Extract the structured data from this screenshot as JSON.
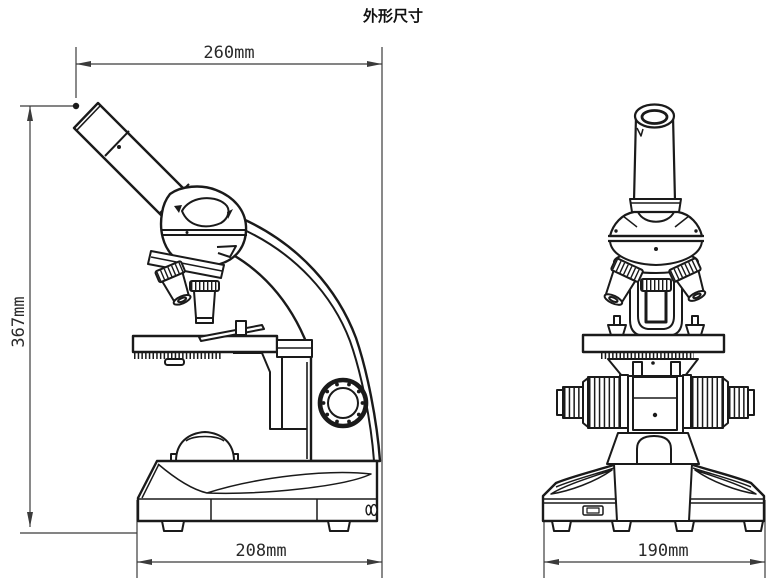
{
  "title": "外形尺寸",
  "dimensions": {
    "top_width": "260mm",
    "overall_height": "367mm",
    "side_base_width": "208mm",
    "front_base_width": "190mm"
  },
  "colors": {
    "drawing_line": "#1a1a1a",
    "dimension_line": "#3b3b3b",
    "background": "#ffffff"
  }
}
